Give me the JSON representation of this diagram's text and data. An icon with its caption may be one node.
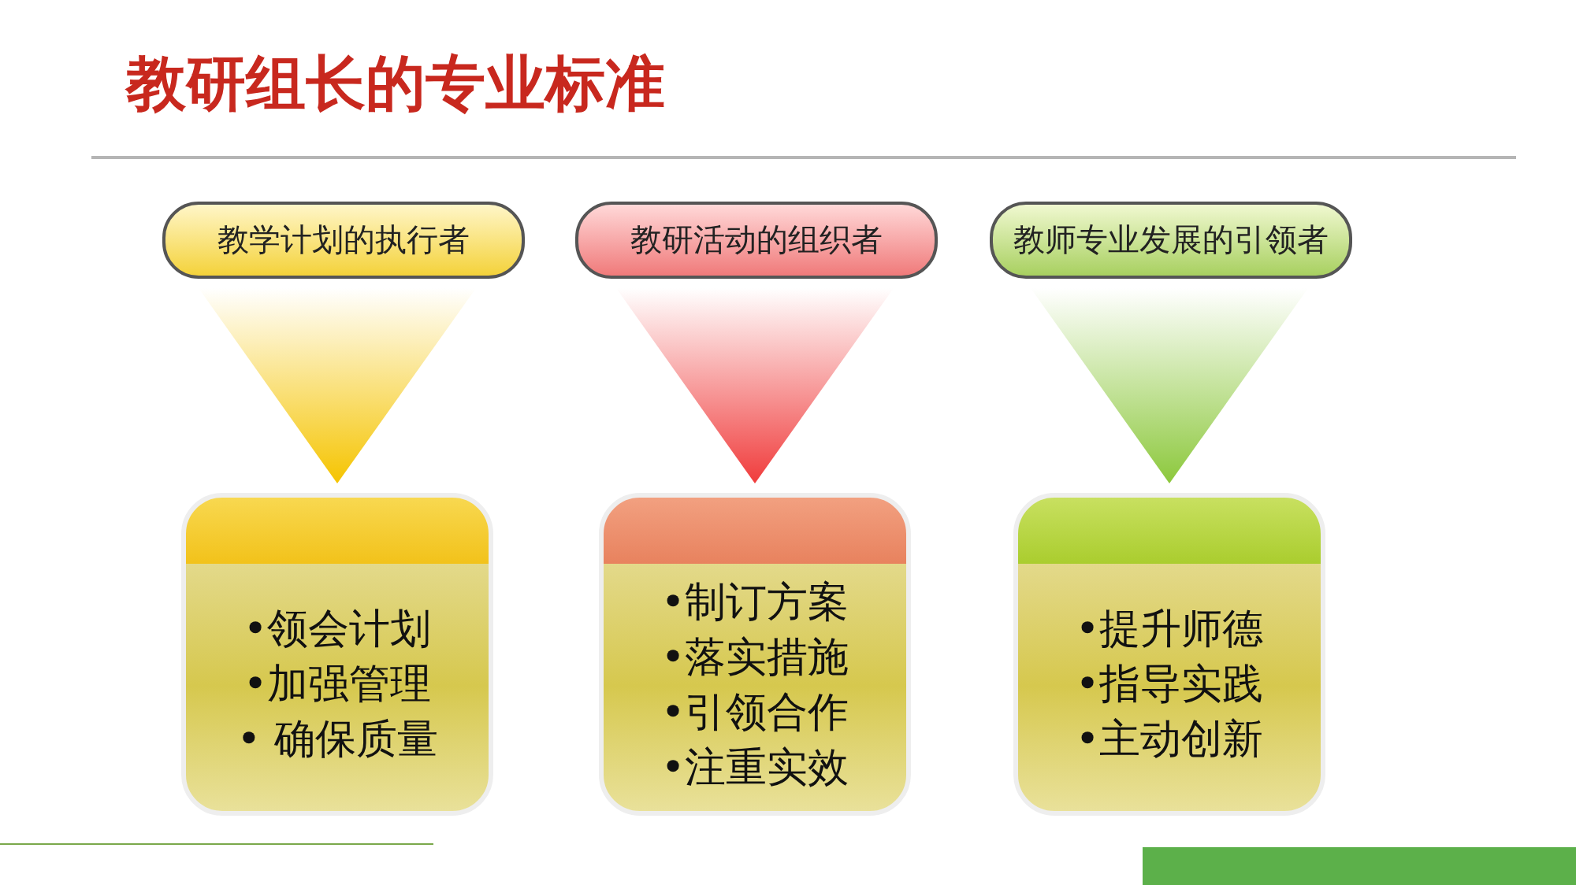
{
  "diagram": {
    "title": "教研组长的专业标准",
    "nodes": [
      {
        "text": [
          "教学计划的执行者"
        ]
      },
      {
        "text": [
          "教研活动的组织者"
        ]
      },
      {
        "text": [
          "教师专业发展的引领者"
        ]
      },
      {
        "text": [
          "•领会计划",
          "•加强管理",
          "• 确保质量"
        ]
      },
      {
        "text": [
          "•制订方案",
          "•落实措施",
          "•引领合作",
          "•注重实效"
        ]
      },
      {
        "text": [
          "•提升师德",
          "•指导实践",
          "•主动创新"
        ]
      }
    ],
    "edges": [
      {
        "from": 0,
        "to": 3,
        "arrow": "to",
        "color": "#f5c400"
      },
      {
        "from": 1,
        "to": 4,
        "arrow": "to",
        "color": "#f03c3c"
      },
      {
        "from": 2,
        "to": 5,
        "arrow": "to",
        "color": "#8cc83c"
      }
    ]
  }
}
